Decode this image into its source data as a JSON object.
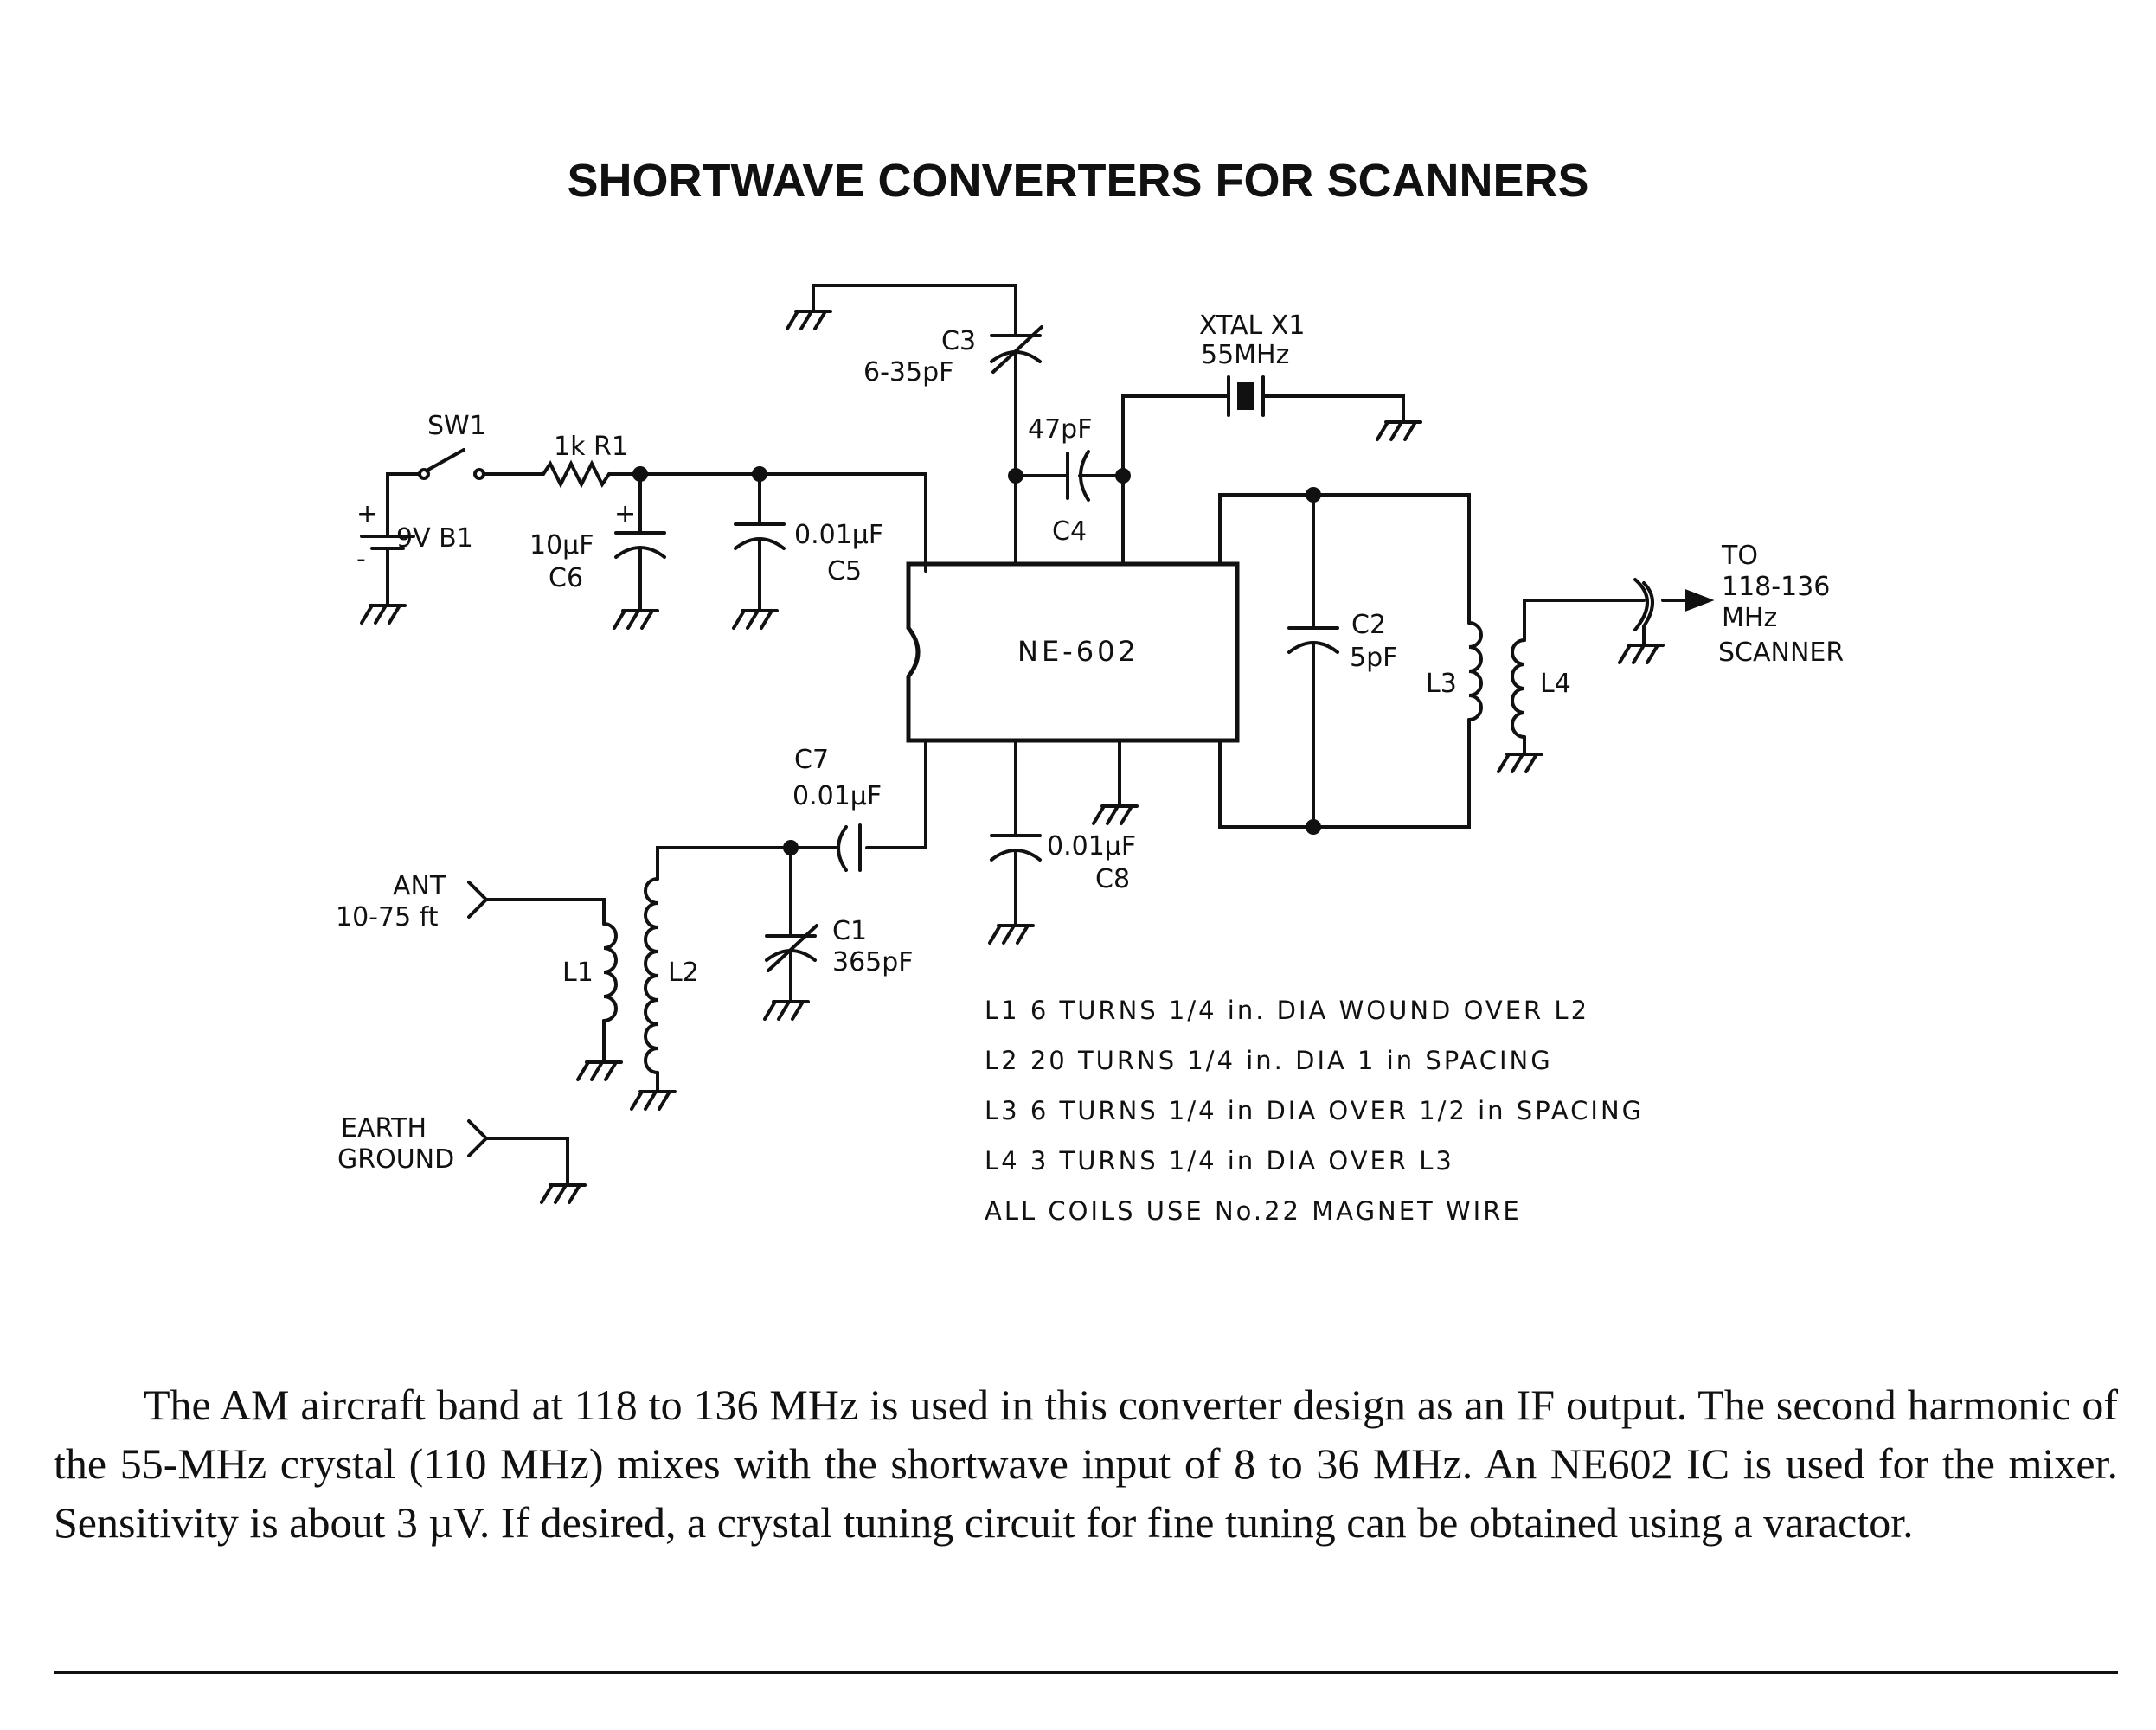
{
  "title": "SHORTWAVE CONVERTERS FOR SCANNERS",
  "labels": {
    "sw1": "SW1",
    "r1": "1k R1",
    "b1": "9V B1",
    "b1_plus": "+",
    "b1_minus": "-",
    "c6_value": "10µF",
    "c6_name": "C6",
    "c6_plus": "+",
    "c5_value": "0.01µF",
    "c5_name": "C5",
    "c3_name": "C3",
    "c3_value": "6-35pF",
    "c4_value": "47pF",
    "c4_name": "C4",
    "x1_line1": "XTAL X1",
    "x1_line2": "55MHz",
    "ic": "NE-602",
    "c2_name": "C2",
    "c2_value": "5pF",
    "l3": "L3",
    "l4": "L4",
    "output_line1": "TO",
    "output_line2": "118-136",
    "output_line3": "MHz",
    "output_line4": "SCANNER",
    "c7_name": "C7",
    "c7_value": "0.01µF",
    "c8_value": "0.01µF",
    "c8_name": "C8",
    "ant_line1": "ANT",
    "ant_line2": "10-75 ft",
    "l1": "L1",
    "l2": "L2",
    "c1_name": "C1",
    "c1_value": "365pF",
    "ground_line1": "EARTH",
    "ground_line2": "GROUND"
  },
  "notes": [
    "L1  6 TURNS 1/4 in. DIA WOUND OVER L2",
    "L2  20 TURNS 1/4 in. DIA  1 in SPACING",
    "L3  6 TURNS 1/4 in DIA OVER 1/2 in SPACING",
    "L4  3 TURNS 1/4 in DIA OVER L3",
    "ALL COILS USE No.22 MAGNET WIRE"
  ],
  "caption": "The AM aircraft band at 118 to 136 MHz is used in this converter design as an IF output. The second harmonic of the 55-MHz crystal (110 MHz) mixes with the shortwave input of 8 to 36 MHz. An NE602 IC is used for the mixer. Sensitivity is about 3 µV. If desired, a crystal tuning circuit for fine tuning can be obtained using a varactor."
}
